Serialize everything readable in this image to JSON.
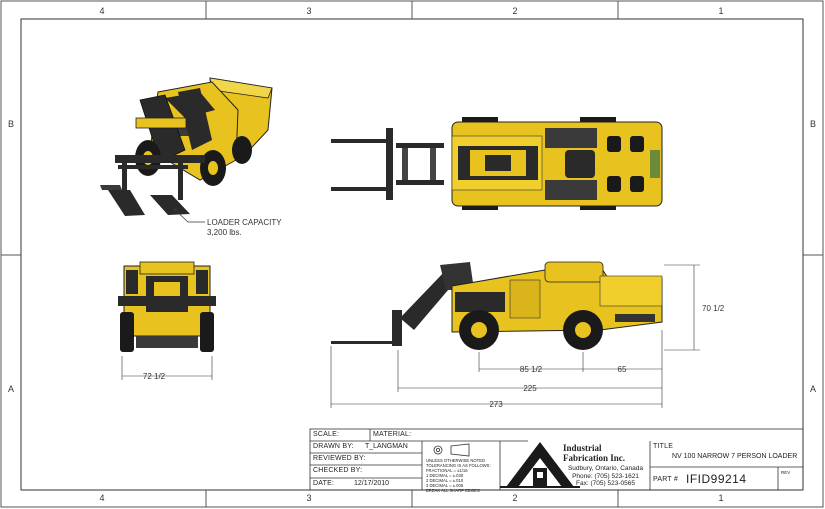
{
  "zones": {
    "columns": [
      "4",
      "3",
      "2",
      "1"
    ],
    "rows": [
      "B",
      "A"
    ]
  },
  "callout": {
    "title": "LOADER CAPACITY",
    "value": "3,200 lbs."
  },
  "dimensions": {
    "width": "72 1/2",
    "height": "70 1/2",
    "wheel_to_wheel": "85 1/2",
    "rear_overhang": "65",
    "body_length": "225",
    "overall_length": "273"
  },
  "title_block": {
    "scale_label": "SCALE:",
    "scale_value": "",
    "material_label": "MATERIAL:",
    "material_value": "",
    "drawn_by_label": "DRAWN BY:",
    "drawn_by_value": "T_LANGMAN",
    "reviewed_by_label": "REVIEWED BY:",
    "reviewed_by_value": "",
    "checked_by_label": "CHECKED BY:",
    "checked_by_value": "",
    "date_label": "DATE:",
    "date_value": "12/17/2010",
    "tolerance_notes": [
      "UNLESS OTHERWISE NOTED",
      "TOLERANCING IS AS FOLLOWS:",
      "FRACTIONAL = ±1/16",
      "1 DECIMAL = ±.030",
      "2 DECIMAL = ±.010",
      "3 DECIMAL = ±.005",
      "BREAK ALL SHARP EDGES"
    ],
    "company_name_1": "Industrial",
    "company_name_2": "Fabrication Inc.",
    "company_city": "Sudbury, Ontario, Canada",
    "company_phone": "Phone: (705) 523-1621",
    "company_fax": "Fax: (705) 523-0565",
    "title_label": "TITLE",
    "title_value": "NV 100 NARROW 7 PERSON LOADER",
    "part_label": "PART #",
    "part_value": "IFID99214",
    "rev_label": "REV"
  },
  "colors": {
    "machine_yellow": "#e8c320",
    "machine_dark": "#1e1e1e",
    "line": "#333333"
  }
}
